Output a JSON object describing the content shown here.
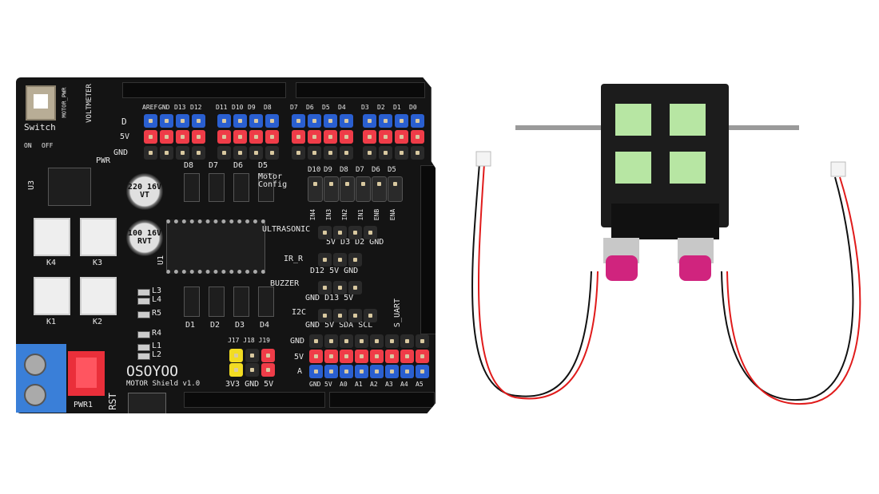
{
  "board": {
    "brand": "OSOYOO",
    "model": "MOTOR Shield v1.0",
    "switch_label": "Switch",
    "switch_on": "ON",
    "switch_off": "OFF",
    "motor_pwr": "MOTOR_PWR",
    "voltmeter": "VOLTMETER",
    "pwr_led": "PWR",
    "motor_config": "Motor Config",
    "ultrasonic": "ULTRASONIC",
    "ir_r": "IR_R",
    "buzzer": "BUZZER",
    "i2c": "I2C",
    "s_uart": "S_UART",
    "pwr1": "PWR1",
    "rst": "RST",
    "u1": "U1",
    "u3": "U3",
    "cap1": "100 16V RVT",
    "cap2": "220 16V VT",
    "top_header_labels": [
      "AREF",
      "GND",
      "D13",
      "D12",
      "D11",
      "D10",
      "D9",
      "D8",
      "D7",
      "D6",
      "D5",
      "D4",
      "D3",
      "D2",
      "D1",
      "D0"
    ],
    "row_labels": {
      "d": "D",
      "v5": "5V",
      "gnd": "GND",
      "a": "A"
    },
    "analog_labels": [
      "GND",
      "5V",
      "A0",
      "A1",
      "A2",
      "A3",
      "A4",
      "A5"
    ],
    "ports": [
      "K4",
      "K3",
      "K1",
      "K2"
    ],
    "diodes_top": [
      "D8",
      "D7",
      "D6",
      "D5"
    ],
    "diodes_bottom": [
      "D1",
      "D2",
      "D3",
      "D4"
    ],
    "config_pins": [
      "D10",
      "D9",
      "D8",
      "D7",
      "D6",
      "D5"
    ],
    "config_inputs": [
      "IN4",
      "IN3",
      "IN2",
      "IN1",
      "ENB",
      "ENA"
    ],
    "ultrasonic_pins": "5V D3 D2 GND",
    "ir_pins": "D12 5V GND",
    "buzzer_pins": "GND D13 5V",
    "i2c_pins": "GND 5V SDA SCL",
    "jumpers": "J17 J18 J19",
    "jumper_pins": "3V3 GND 5V",
    "leds": [
      "L3",
      "L4",
      "R5",
      "R4",
      "L1",
      "L2"
    ]
  },
  "colors": {
    "pin_blue": "#2a5fd0",
    "pin_red": "#ef3c48",
    "terminal_blue": "#3a7fd8",
    "motor_pink": "#d0247e",
    "pcb": "#141414"
  }
}
